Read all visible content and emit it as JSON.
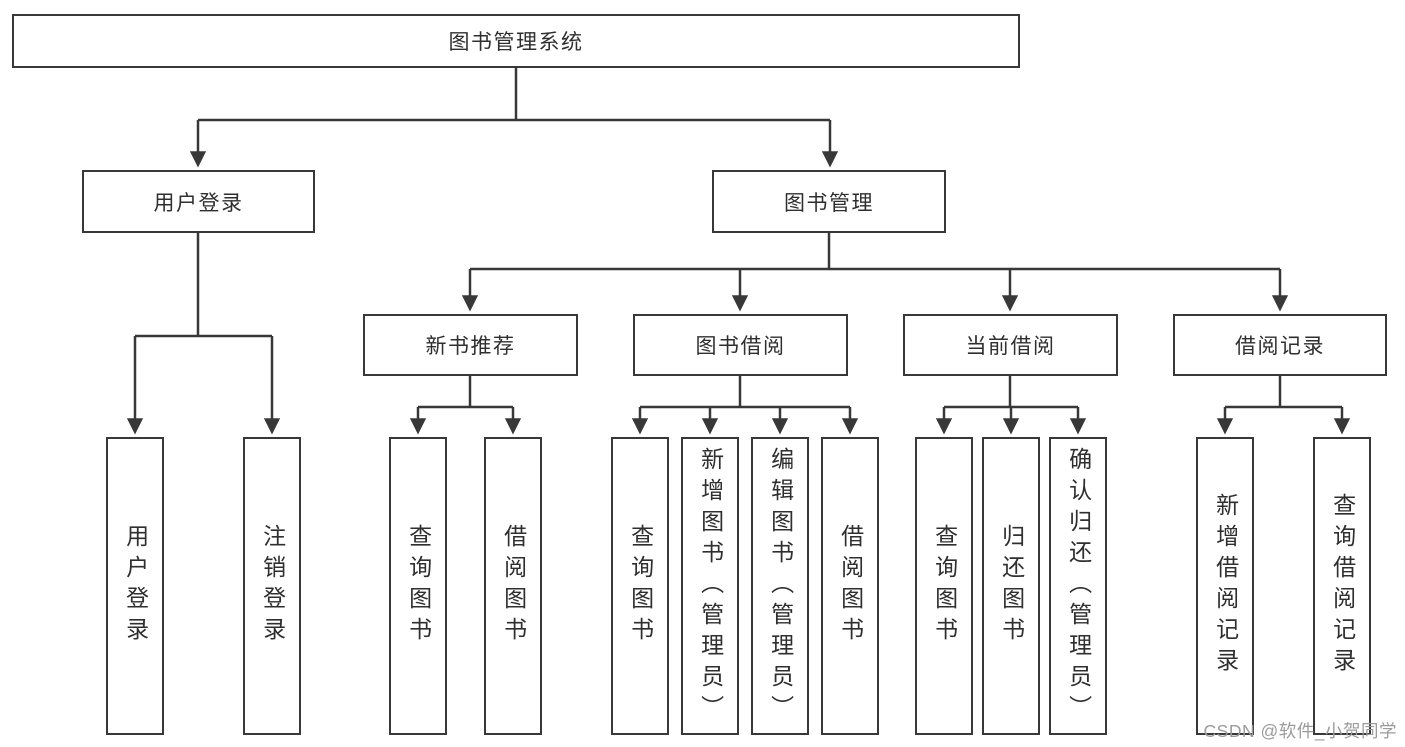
{
  "tree": {
    "root": {
      "label": "图书管理系统",
      "children": [
        {
          "label": "用户登录",
          "children": [
            {
              "label": "用户登录"
            },
            {
              "label": "注销登录"
            }
          ]
        },
        {
          "label": "图书管理",
          "children": [
            {
              "label": "新书推荐",
              "children": [
                {
                  "label": "查询图书"
                },
                {
                  "label": "借阅图书"
                }
              ]
            },
            {
              "label": "图书借阅",
              "children": [
                {
                  "label": "查询图书"
                },
                {
                  "label": "新增图书（管理员）"
                },
                {
                  "label": "编辑图书（管理员）"
                },
                {
                  "label": "借阅图书"
                }
              ]
            },
            {
              "label": "当前借阅",
              "children": [
                {
                  "label": "查询图书"
                },
                {
                  "label": "归还图书"
                },
                {
                  "label": "确认归还（管理员）"
                }
              ]
            },
            {
              "label": "借阅记录",
              "children": [
                {
                  "label": "新增借阅记录"
                },
                {
                  "label": "查询借阅记录"
                }
              ]
            }
          ]
        }
      ]
    }
  },
  "watermark": {
    "text": "CSDN @软件_小贺同学"
  },
  "colors": {
    "line": "#383838",
    "box_border": "#383838",
    "text": "#2f2f2f",
    "watermark": "#9b9b9b",
    "background": "#ffffff"
  }
}
